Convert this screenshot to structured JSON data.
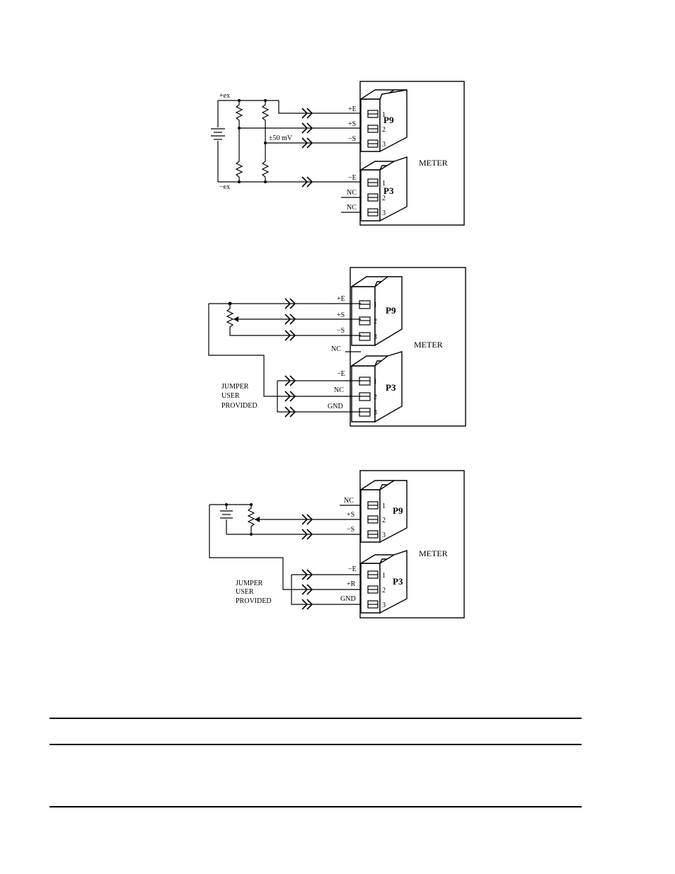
{
  "figure1": {
    "plus_ex": "+ex",
    "minus_ex": "−ex",
    "mv_label": "±50 mV",
    "meter": "METER",
    "p9": {
      "name": "P9",
      "signals": [
        "+E",
        "+S",
        "−S"
      ],
      "pins": [
        "1",
        "2",
        "3"
      ]
    },
    "p3": {
      "name": "P3",
      "signals": [
        "−E",
        "NC",
        "NC"
      ],
      "pins": [
        "1",
        "2",
        "3"
      ]
    }
  },
  "figure2": {
    "meter": "METER",
    "nc_between": "NC",
    "jumper": [
      "JUMPER",
      "USER",
      "PROVIDED"
    ],
    "p9": {
      "name": "P9",
      "signals": [
        "+E",
        "+S",
        "−S"
      ],
      "pins": [
        "1",
        "2",
        "3"
      ]
    },
    "p3": {
      "name": "P3",
      "signals": [
        "−E",
        "NC",
        "GND"
      ],
      "pins": [
        "1",
        "2",
        "3"
      ]
    }
  },
  "figure3": {
    "meter": "METER",
    "jumper": [
      "JUMPER",
      "USER",
      "PROVIDED"
    ],
    "p9": {
      "name": "P9",
      "signals": [
        "NC",
        "+S",
        "−S"
      ],
      "pins": [
        "1",
        "2",
        "3"
      ]
    },
    "p3": {
      "name": "P3",
      "signals": [
        "−E",
        "+R",
        "GND"
      ],
      "pins": [
        "1",
        "2",
        "3"
      ]
    }
  }
}
